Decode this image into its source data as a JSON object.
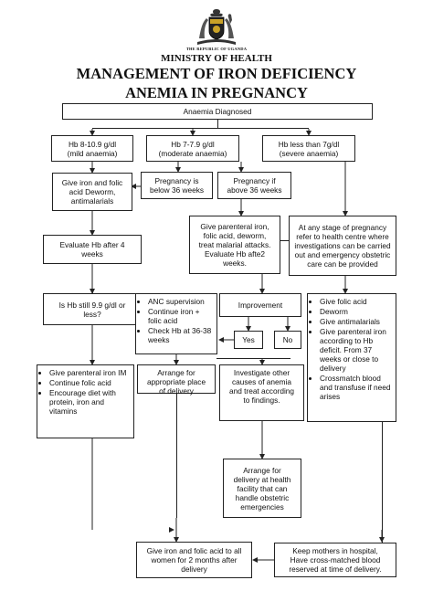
{
  "header": {
    "republic": "THE REPUBLIC OF UGANDA",
    "ministry": "MINISTRY OF HEALTH",
    "title_line1": "MANAGEMENT OF IRON DEFICIENCY",
    "title_line2": "ANEMIA IN PREGNANCY"
  },
  "colors": {
    "line": "#222222",
    "background": "#ffffff",
    "emblem_gold": "#c9a227"
  },
  "flow": {
    "diagnosed": "Anaemia Diagnosed",
    "mild": {
      "line1": "Hb 8-10.9 g/dl",
      "line2": "(mild anaemia)"
    },
    "moderate": {
      "line1": "Hb 7-7.9 g/dl",
      "line2": "(moderate anaemia)"
    },
    "severe": {
      "line1": "Hb less than 7g/dl",
      "line2": "(severe anaemia)"
    },
    "mild_treatment": {
      "line1": "Give iron and folic",
      "line2": "acid Deworm,",
      "line3": "antimalarials"
    },
    "below36": {
      "line1": "Pregnancy is",
      "line2": "below 36 weeks"
    },
    "above36": {
      "line1": "Pregnancy if",
      "line2": "above 36 weeks"
    },
    "evaluate4": {
      "line1": "Evaluate Hb after 4",
      "line2": "weeks"
    },
    "parenteral": {
      "line1": "Give parenteral iron,",
      "line2": "folic acid, deworm,",
      "line3": "treat malarial attacks.",
      "line4": "Evaluate Hb afte2",
      "line5": "weeks."
    },
    "refer": {
      "line1": "At any stage of pregnancy",
      "line2": "refer to health centre where",
      "line3": "investigations can be carried",
      "line4": "out and emergency obstetric",
      "line5": "care can be provided"
    },
    "still_low": {
      "line1": "Is Hb still 9.9 g/dl or",
      "line2": "less?"
    },
    "anc_items": [
      "ANC supervision",
      "Continue iron + folic acid",
      "Check Hb at 36-38 weeks"
    ],
    "improvement": "Improvement",
    "yes": "Yes",
    "no": "No",
    "severe_items": [
      "Give folic acid",
      "Deworm",
      "Give antimalarials",
      "Give parenteral iron according to Hb deficit. From 37 weeks or close to delivery",
      "Crossmatch blood and transfuse if need arises"
    ],
    "low_items": [
      "Give parenteral iron IM",
      "Continue folic acid",
      "Encourage diet with protein, iron and vitamins"
    ],
    "arrange_place": {
      "line1": "Arrange for",
      "line2": "appropriate place",
      "line3": "of delivery"
    },
    "investigate": {
      "line1": "Investigate other",
      "line2": "causes of anemia",
      "line3": "and treat according",
      "line4": "to findings."
    },
    "arrange_facility": {
      "line1": "Arrange for",
      "line2": "delivery at health",
      "line3": "facility that can",
      "line4": "handle obstetric",
      "line5": "emergencies"
    },
    "give_iron2": {
      "line1": "Give iron and folic acid to all",
      "line2": "women for 2 months after",
      "line3": "delivery"
    },
    "keep_hospital": {
      "line1": "Keep mothers in hospital,",
      "line2": "Have cross-matched blood",
      "line3": "reserved at time of delivery."
    }
  }
}
